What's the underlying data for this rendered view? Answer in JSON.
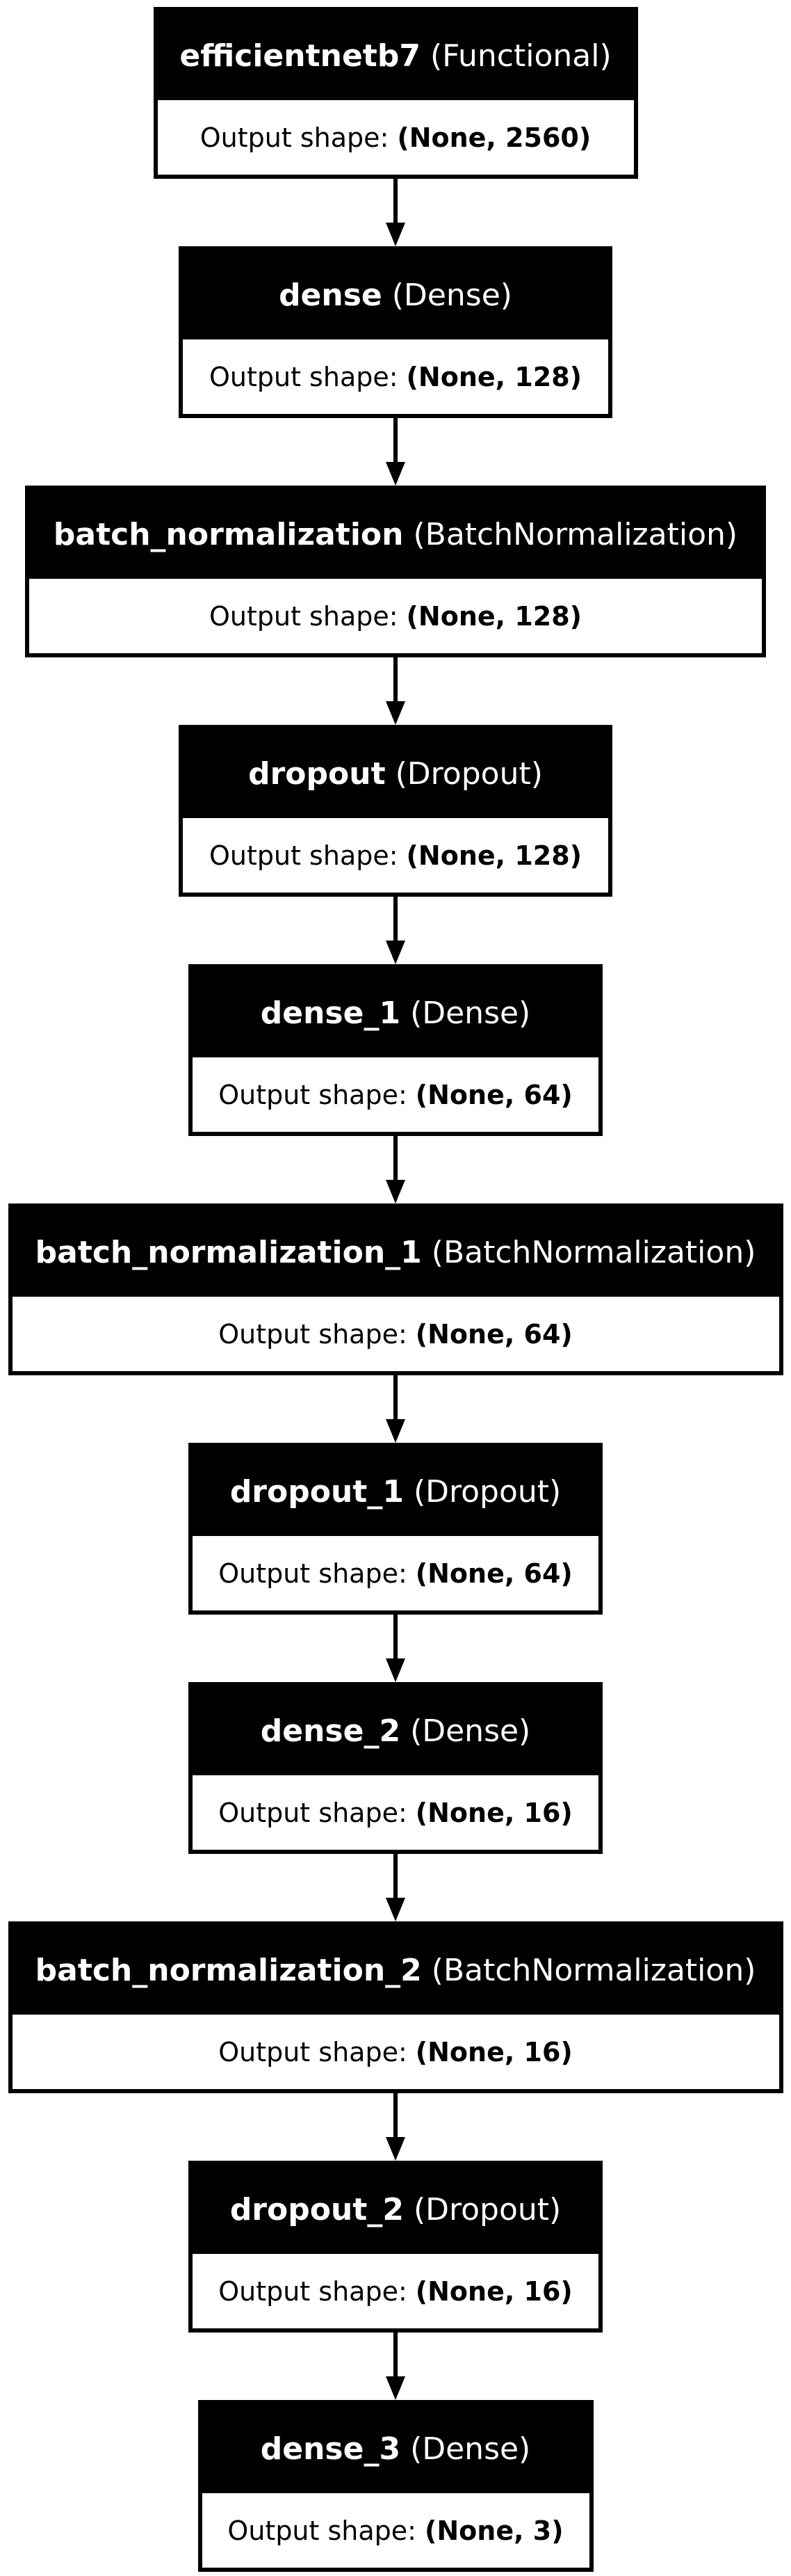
{
  "output_label": "Output shape:",
  "layers": [
    {
      "name": "efficientnetb7",
      "type": "(Functional)",
      "shape": "(None, 2560)"
    },
    {
      "name": "dense",
      "type": "(Dense)",
      "shape": "(None, 128)"
    },
    {
      "name": "batch_normalization",
      "type": "(BatchNormalization)",
      "shape": "(None, 128)"
    },
    {
      "name": "dropout",
      "type": "(Dropout)",
      "shape": "(None, 128)"
    },
    {
      "name": "dense_1",
      "type": "(Dense)",
      "shape": "(None, 64)"
    },
    {
      "name": "batch_normalization_1",
      "type": "(BatchNormalization)",
      "shape": "(None, 64)"
    },
    {
      "name": "dropout_1",
      "type": "(Dropout)",
      "shape": "(None, 64)"
    },
    {
      "name": "dense_2",
      "type": "(Dense)",
      "shape": "(None, 16)"
    },
    {
      "name": "batch_normalization_2",
      "type": "(BatchNormalization)",
      "shape": "(None, 16)"
    },
    {
      "name": "dropout_2",
      "type": "(Dropout)",
      "shape": "(None, 16)"
    },
    {
      "name": "dense_3",
      "type": "(Dense)",
      "shape": "(None, 3)"
    }
  ],
  "edges": [
    [
      0,
      1
    ],
    [
      1,
      2
    ],
    [
      2,
      3
    ],
    [
      3,
      4
    ],
    [
      4,
      5
    ],
    [
      5,
      6
    ],
    [
      6,
      7
    ],
    [
      7,
      8
    ],
    [
      8,
      9
    ],
    [
      9,
      10
    ]
  ],
  "colors": {
    "box_fill": "#000000",
    "text_on_box": "#ffffff",
    "body_fill": "#ffffff",
    "edge": "#000000"
  }
}
